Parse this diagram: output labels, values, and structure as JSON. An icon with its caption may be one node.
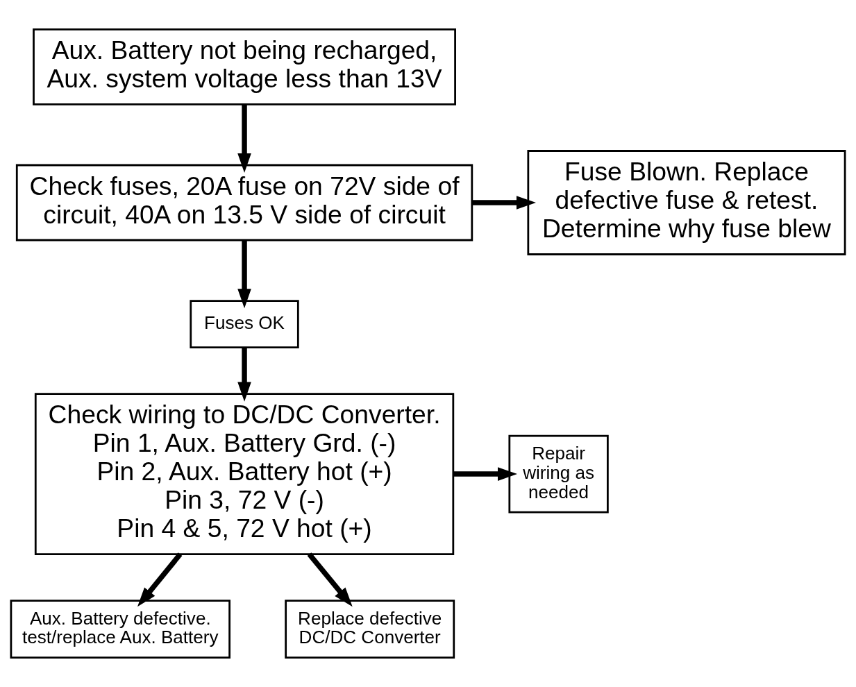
{
  "diagram": {
    "nodes": [
      {
        "text": [
          "Aux. Battery not being recharged, Aux. system voltage less than 13V"
        ]
      },
      {
        "text": [
          "Check fuses, 20A fuse on 72V side of circuit, 40A on 13.5 V side of circuit"
        ]
      },
      {
        "text": [
          "Fuse Blown. Replace defective fuse & retest. Determine why fuse blew"
        ]
      },
      {
        "text": [
          "Fuses OK"
        ]
      },
      {
        "text": [
          "Check wiring to DC/DC Converter.",
          "Pin 1, Aux. Battery Grd. (-)",
          "Pin 2, Aux. Battery hot (+)",
          "Pin 3, 72 V (-)",
          "Pin 4 & 5, 72 V hot (+)"
        ]
      },
      {
        "text": [
          "Repair wiring as needed"
        ]
      },
      {
        "text": [
          "Aux. Battery defective. test/replace Aux. Battery"
        ]
      },
      {
        "text": [
          "Replace defective DC/DC Converter"
        ]
      }
    ],
    "edges": [
      {
        "from": 0,
        "to": 1,
        "arrow": "to"
      },
      {
        "from": 1,
        "to": 2,
        "arrow": "to"
      },
      {
        "from": 1,
        "to": 3,
        "arrow": "to"
      },
      {
        "from": 3,
        "to": 4,
        "arrow": "to"
      },
      {
        "from": 4,
        "to": 5,
        "arrow": "to"
      },
      {
        "from": 4,
        "to": 6,
        "arrow": "to"
      },
      {
        "from": 4,
        "to": 7,
        "arrow": "to"
      }
    ]
  }
}
